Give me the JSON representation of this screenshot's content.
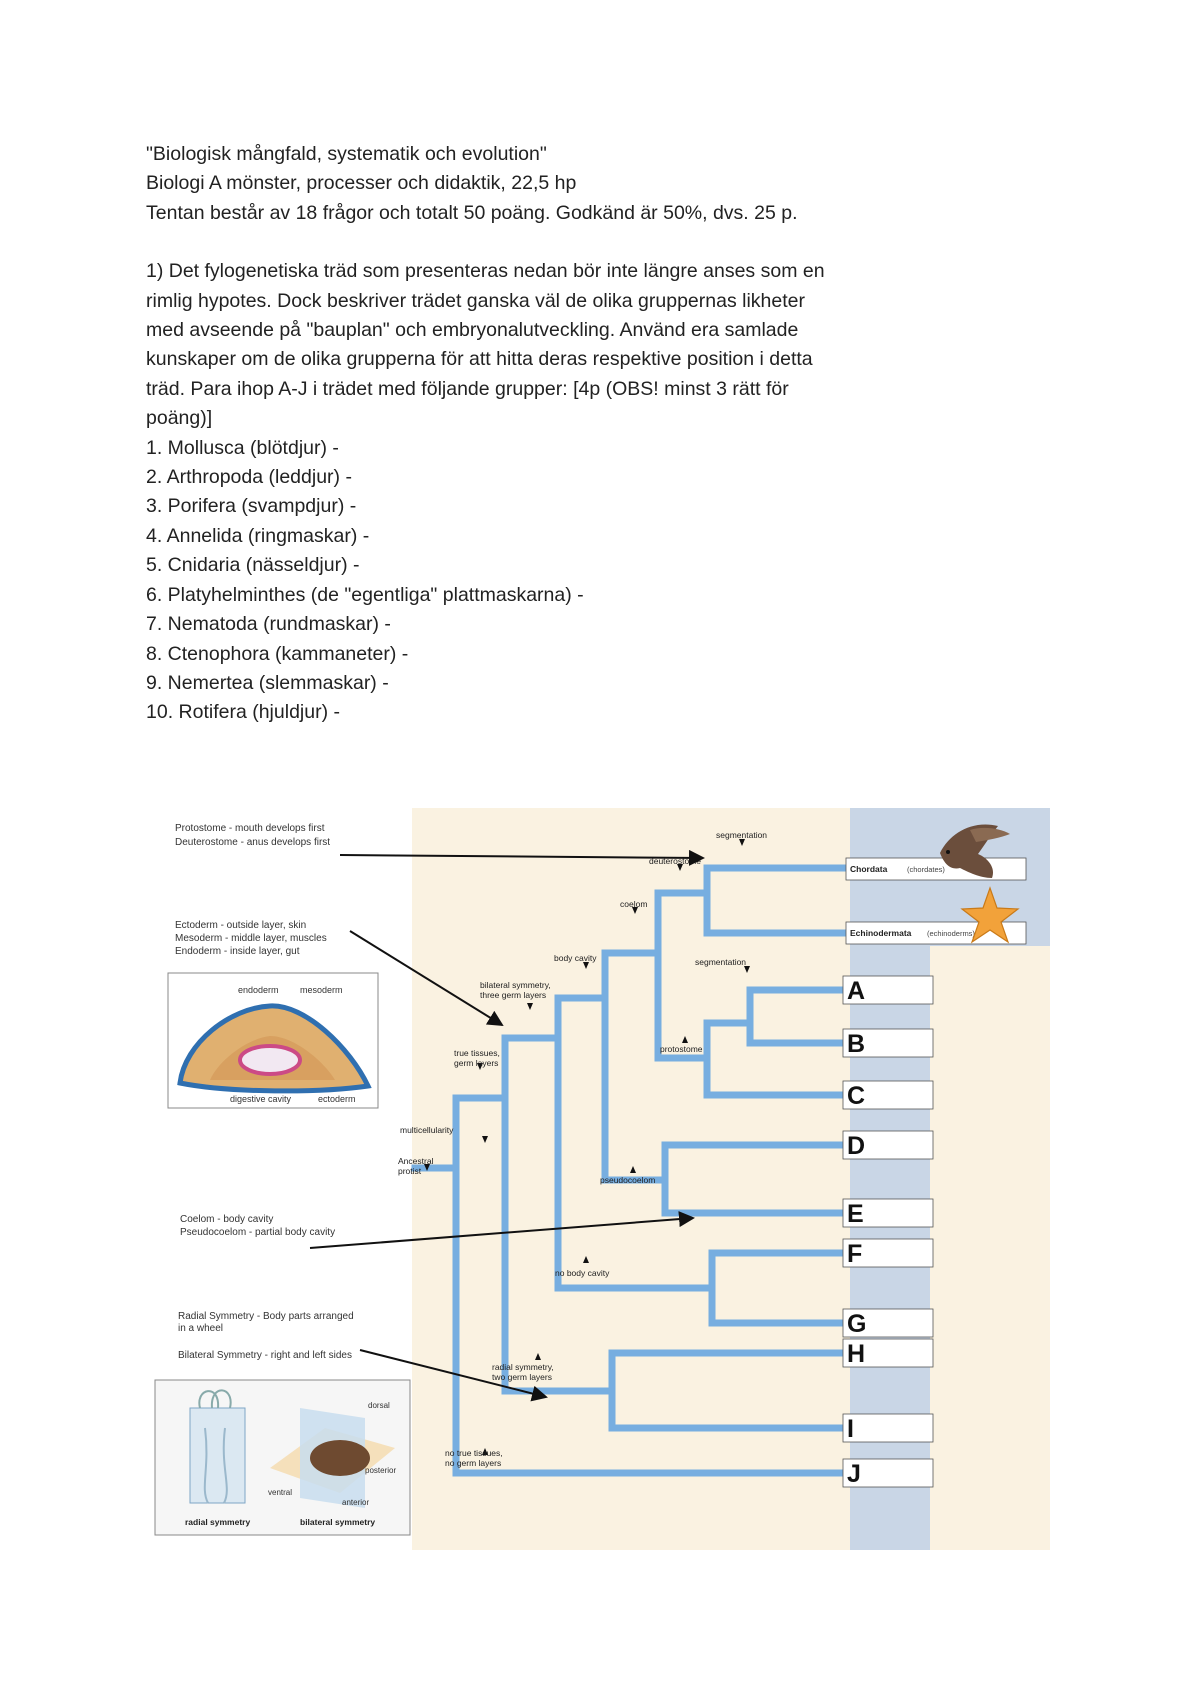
{
  "header": {
    "course_title": "\"Biologisk mångfald, systematik och evolution\"",
    "course_name": "Biologi A mönster, processer och didaktik, 22,5 hp",
    "exam_info": "Tentan består av 18 frågor och totalt 50 poäng. Godkänd är 50%, dvs. 25 p."
  },
  "question": {
    "intro_lines": [
      "1) Det fylogenetiska träd som presenteras nedan bör inte längre anses som en",
      "rimlig hypotes. Dock beskriver trädet ganska väl de olika gruppernas likheter",
      "med avseende på \"bauplan\" och embryonalutveckling. Använd era samlade",
      "kunskaper om de olika grupperna för att hitta deras respektive position i detta",
      "träd. Para ihop A-J i trädet med följande grupper: [4p (OBS! minst 3 rätt för",
      "poäng)]"
    ],
    "groups": [
      "1. Mollusca (blötdjur) -",
      "2. Arthropoda (leddjur) -",
      "3. Porifera (svampdjur) -",
      "4. Annelida (ringmaskar) -",
      "5. Cnidaria (nässeldjur) -",
      "6. Platyhelminthes (de \"egentliga\" plattmaskarna) -",
      "7. Nematoda (rundmaskar) -",
      "8. Ctenophora (kammaneter) -",
      "9. Nemertea (slemmaskar) -",
      "10. Rotifera (hjuldjur) -"
    ]
  },
  "figure": {
    "notes": {
      "mouth": [
        "Protostome - mouth develops first",
        "Deuterostome - anus develops first"
      ],
      "layers": [
        "Ectoderm - outside layer, skin",
        "Mesoderm - middle layer, muscles",
        "Endoderm - inside layer, gut"
      ],
      "coelom": [
        "Coelom - body cavity",
        "Pseudocoelom - partial body cavity"
      ],
      "symmetry": [
        "Radial Symmetry - Body parts arranged",
        "in a wheel",
        "Bilateral Symmetry - right and left sides"
      ]
    },
    "embryo_labels": {
      "endoderm": "endoderm",
      "mesoderm": "mesoderm",
      "digestive": "digestive cavity",
      "ectoderm": "ectoderm"
    },
    "symmetry_labels": {
      "radial": "radial symmetry",
      "bilateral": "bilateral symmetry",
      "dorsal": "dorsal",
      "ventral": "ventral",
      "posterior": "posterior",
      "anterior": "anterior"
    },
    "node_labels": {
      "ancestral": [
        "Ancestral",
        "protist"
      ],
      "multicellularity": "multicellularity",
      "true_tissues": [
        "true tissues,",
        "germ layers"
      ],
      "bilateral": [
        "bilateral symmetry,",
        "three germ layers"
      ],
      "body_cavity": "body cavity",
      "coelom": "coelom",
      "deuterostome": "deuterostome",
      "segmentation_top": "segmentation",
      "segmentation_mid": "segmentation",
      "protostome": "protostome",
      "pseudocoelom": "pseudocoelom",
      "no_body_cavity": "no body cavity",
      "radial": [
        "radial symmetry,",
        "two germ layers"
      ],
      "no_tissues": [
        "no true tissues,",
        "no germ layers"
      ]
    },
    "taxa": [
      {
        "name": "Chordata",
        "sub": "(chordates)"
      },
      {
        "name": "Echinodermata",
        "sub": "(echinoderms)"
      }
    ],
    "answer_letters": [
      "A",
      "B",
      "C",
      "D",
      "E",
      "F",
      "G",
      "H",
      "I",
      "J"
    ],
    "colors": {
      "branch": "#77aee0",
      "tan_panel": "#faf2e1",
      "blue_panel": "#c9d6e6"
    }
  }
}
